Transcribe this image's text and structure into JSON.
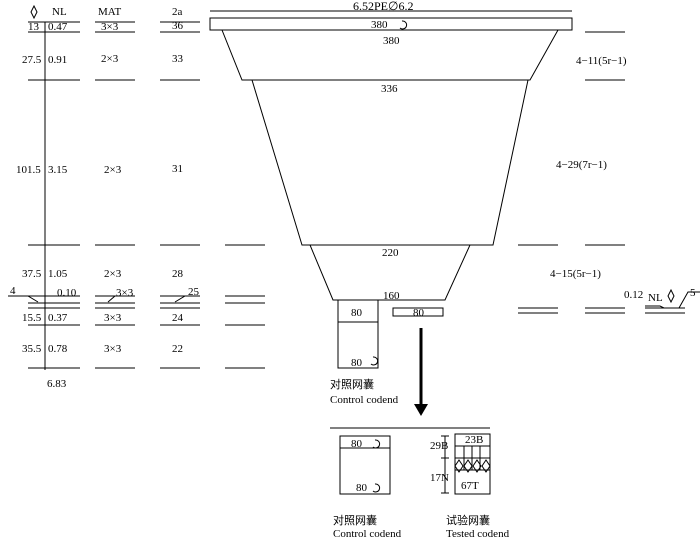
{
  "header": {
    "nl": "NL",
    "mat": "MAT",
    "a2": "2a",
    "rope": "6.52PE∅6.2"
  },
  "rows": [
    {
      "len": "13",
      "nl": "0.47",
      "mat": "3×3",
      "a2": "36"
    },
    {
      "len": "27.5",
      "nl": "0.91",
      "mat": "2×3",
      "a2": "33"
    },
    {
      "len": "101.5",
      "nl": "3.15",
      "mat": "2×3",
      "a2": "31"
    },
    {
      "len": "37.5",
      "nl": "1.05",
      "mat": "2×3",
      "a2": "28"
    },
    {
      "len": "4",
      "nl": "0.10",
      "mat": "3×3",
      "a2": "25"
    },
    {
      "len": "15.5",
      "nl": "0.37",
      "mat": "3×3",
      "a2": "24"
    },
    {
      "len": "35.5",
      "nl": "0.78",
      "mat": "3×3",
      "a2": "22"
    }
  ],
  "total_nl": "6.83",
  "net": {
    "mesh_top": "380",
    "w1": "380",
    "w2": "336",
    "w3": "220",
    "w4": "160",
    "codend_a": "80",
    "codend_b": "80",
    "codend_c": "80",
    "taper1": "4−11(5r−1)",
    "taper2": "4−29(7r−1)",
    "taper3": "4−15(5r−1)",
    "side_nl_val": "0.12",
    "side_nl": "NL",
    "side_5": "5"
  },
  "control_label_cn": "对照网囊",
  "control_label_en": "Control codend",
  "bottom": {
    "ctrl_top": "80",
    "ctrl_bottom": "80",
    "ctrl_cn": "对照网囊",
    "ctrl_en": "Control codend",
    "tested_29b": "29B",
    "tested_17n": "17N",
    "tested_23b": "23B",
    "tested_67t": "67T",
    "tested_cn": "试验网囊",
    "tested_en": "Tested codend"
  }
}
